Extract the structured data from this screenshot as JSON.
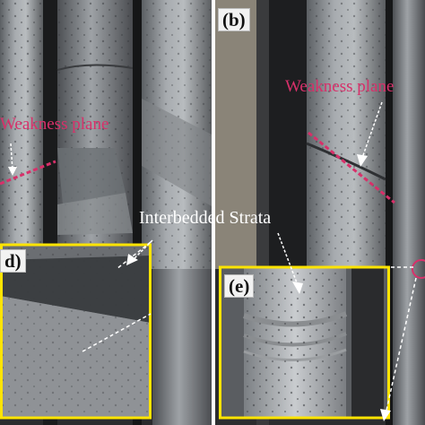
{
  "figure": {
    "panel_labels": {
      "b": "(b)",
      "d": "d)",
      "e": "(e)"
    },
    "annotations": {
      "weakness_left": "Weakness plane",
      "weakness_right": "Weakness plane",
      "interbedded": "Interbedded Strata"
    },
    "colors": {
      "weakness_label": "#d8306a",
      "inset_border": "#ffe400",
      "arrow": "#ffffff",
      "core_grey": "#9a9ea2",
      "background_dark": "#1c1c1c"
    }
  }
}
